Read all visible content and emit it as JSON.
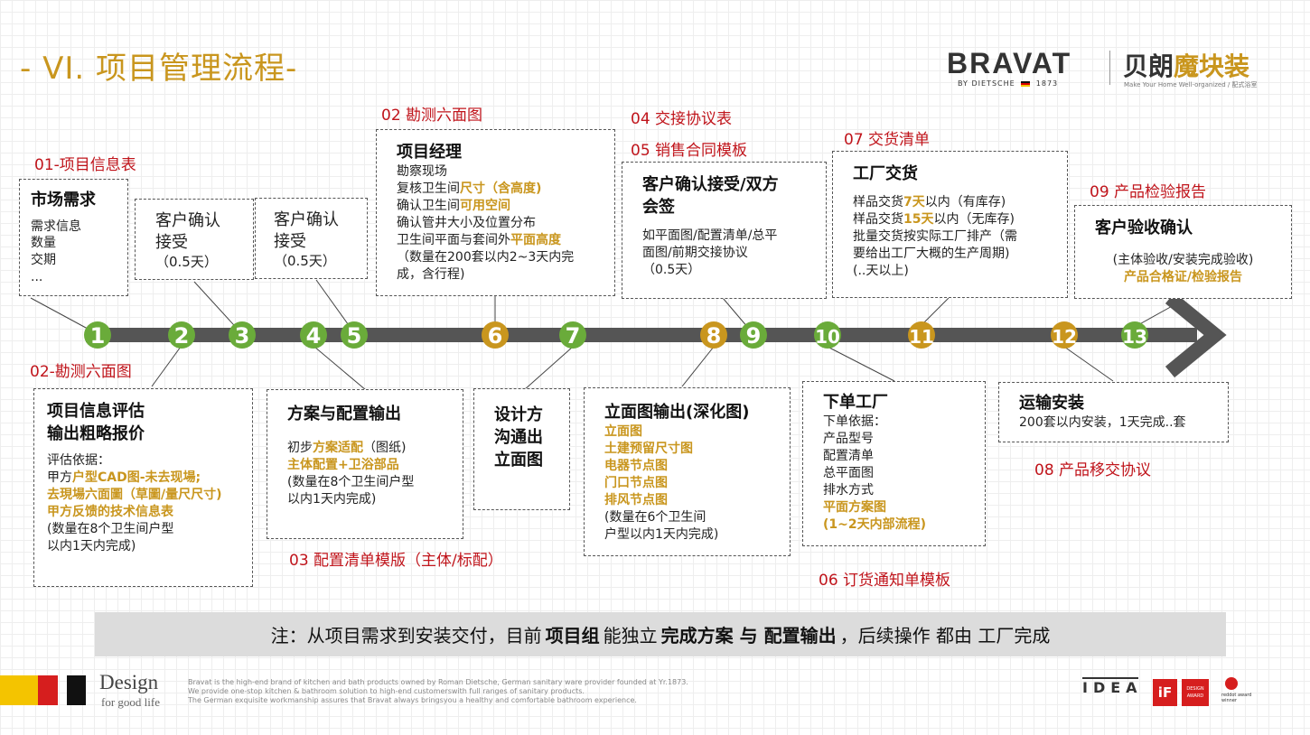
{
  "title": "- VI. 项目管理流程-",
  "brand": {
    "name": "BRAVAT",
    "by": "BY DIETSCHE",
    "year": "1873",
    "cn_name": "贝朗",
    "cn_product": "魔块装",
    "slogan": "Make Your Home Well-organized",
    "slogan_cn": "配式浴室"
  },
  "milestones": [
    "1",
    "2",
    "3",
    "4",
    "5",
    "6",
    "7",
    "8",
    "9",
    "10",
    "11",
    "12",
    "13"
  ],
  "colors": {
    "green": "#6aab3a",
    "gold": "#c9961e",
    "arrow": "#555555",
    "red": "#c0141b"
  },
  "labels": {
    "l01": "01-项目信息表",
    "l02a": "02-勘测六面图",
    "l02b": "02 勘测六面图",
    "l03": "03 配置清单模版（主体/标配）",
    "l04": "04 交接协议表",
    "l05": "05  销售合同模板",
    "l06": "06 订货通知单模板",
    "l07": "07 交货清单",
    "l08": "08 产品移交协议",
    "l09": "09 产品检验报告"
  },
  "boxes": {
    "market": {
      "title": "市场需求",
      "lines": [
        "需求信息",
        "数量",
        "交期",
        "..."
      ]
    },
    "confirm1": {
      "title": "客户确认\n接受",
      "sub": "（0.5天）"
    },
    "confirm2": {
      "title": "客户确认\n接受",
      "sub": "（0.5天）"
    },
    "pm": {
      "title": "项目经理",
      "l1": "勘察现场",
      "l2a": "复核卫生间",
      "l2b": "尺寸（含高度)",
      "l3a": "确认卫生间",
      "l3b": "可用空间",
      "l4": "确认管井大小及位置分布",
      "l5a": "卫生间平面与套间外",
      "l5b": "平面高度",
      "l6": "（数量在200套以内2~3天内完\n  成，含行程)"
    },
    "contract": {
      "title": "客户确认接受/双方\n会签",
      "body": "如平面图/配置清单/总平\n面图/前期交接协议\n  （0.5天）"
    },
    "delivery": {
      "title": "工厂交货",
      "l1a": "样品交货",
      "l1b": "7天",
      "l1c": "以内（有库存)",
      "l2a": "样品交货",
      "l2b": "15天",
      "l2c": "以内（无库存)",
      "l3": "批量交货按实际工厂排产（需\n要给出工厂大概的生产周期)\n  (..天以上)"
    },
    "accept": {
      "title": "客户验收确认",
      "l1": "(主体验收/安装完成验收)",
      "l2": "产品合格证/检验报告"
    },
    "eval": {
      "title": "项目信息评估\n输出粗略报价",
      "l1": "评估依据：",
      "l2a": "甲方",
      "l2b": "户型CAD图-未去现場;",
      "l3": "去現場六面圖（草圖/量尺尺寸)",
      "l4": "甲方反馈的技术信息表",
      "l5": "  (数量在8个卫生间户型\n  以内1天内完成)"
    },
    "plan": {
      "title": "方案与配置输出",
      "l1a": "初步",
      "l1b": "方案适配",
      "l1c": "（图纸)",
      "l2": "主体配置+卫浴部品",
      "l3": "  (数量在8个卫生间户型\n  以内1天内完成)"
    },
    "design": {
      "title": "设计方\n沟通出\n立面图"
    },
    "elevation": {
      "title": "立面图输出(深化图)",
      "g1": "立面图",
      "g2": "土建预留尺寸图",
      "g3": "电器节点图",
      "g4": "门口节点图",
      "g5": "排风节点图",
      "l6": "  (数量在6个卫生间\n  户型以内1天内完成)"
    },
    "order": {
      "title": "下单工厂",
      "l1": "下单依据：",
      "l2": "产品型号",
      "l3": "配置清单",
      "l4": "总平面图",
      "l5": "排水方式",
      "g1": "平面方案图",
      "g2": "  (1~2天内部流程)"
    },
    "install": {
      "title": "运输安装",
      "body": "200套以内安装，1天完成..套"
    }
  },
  "note": {
    "prefix": "注：从项目需求到安装交付，目前 ",
    "b1": "项目组",
    "mid1": " 能独立 ",
    "b2": "完成方案 与 配置输出",
    "suffix": "，后续操作 都由 工厂完成"
  },
  "footer": {
    "design_word": "Design",
    "design_sub": "for good life",
    "text": "Bravat is the high-end brand of kitchen and bath products owned by Roman Dietsche, German sanitary ware provider founded at Yr.1873.\nWe provide one-stop kitchen & bathroom solution to high-end customerswith full ranges of sanitary products.\nThe German exquisite workmanship assures that Bravat always bringsyou a healthy and comfortable bathroom experience.",
    "award_if": "iF",
    "award_design": "DESIGN\nAWARD",
    "award_idea": "IDEA",
    "award_reddot": "reddot award\nwinner"
  }
}
